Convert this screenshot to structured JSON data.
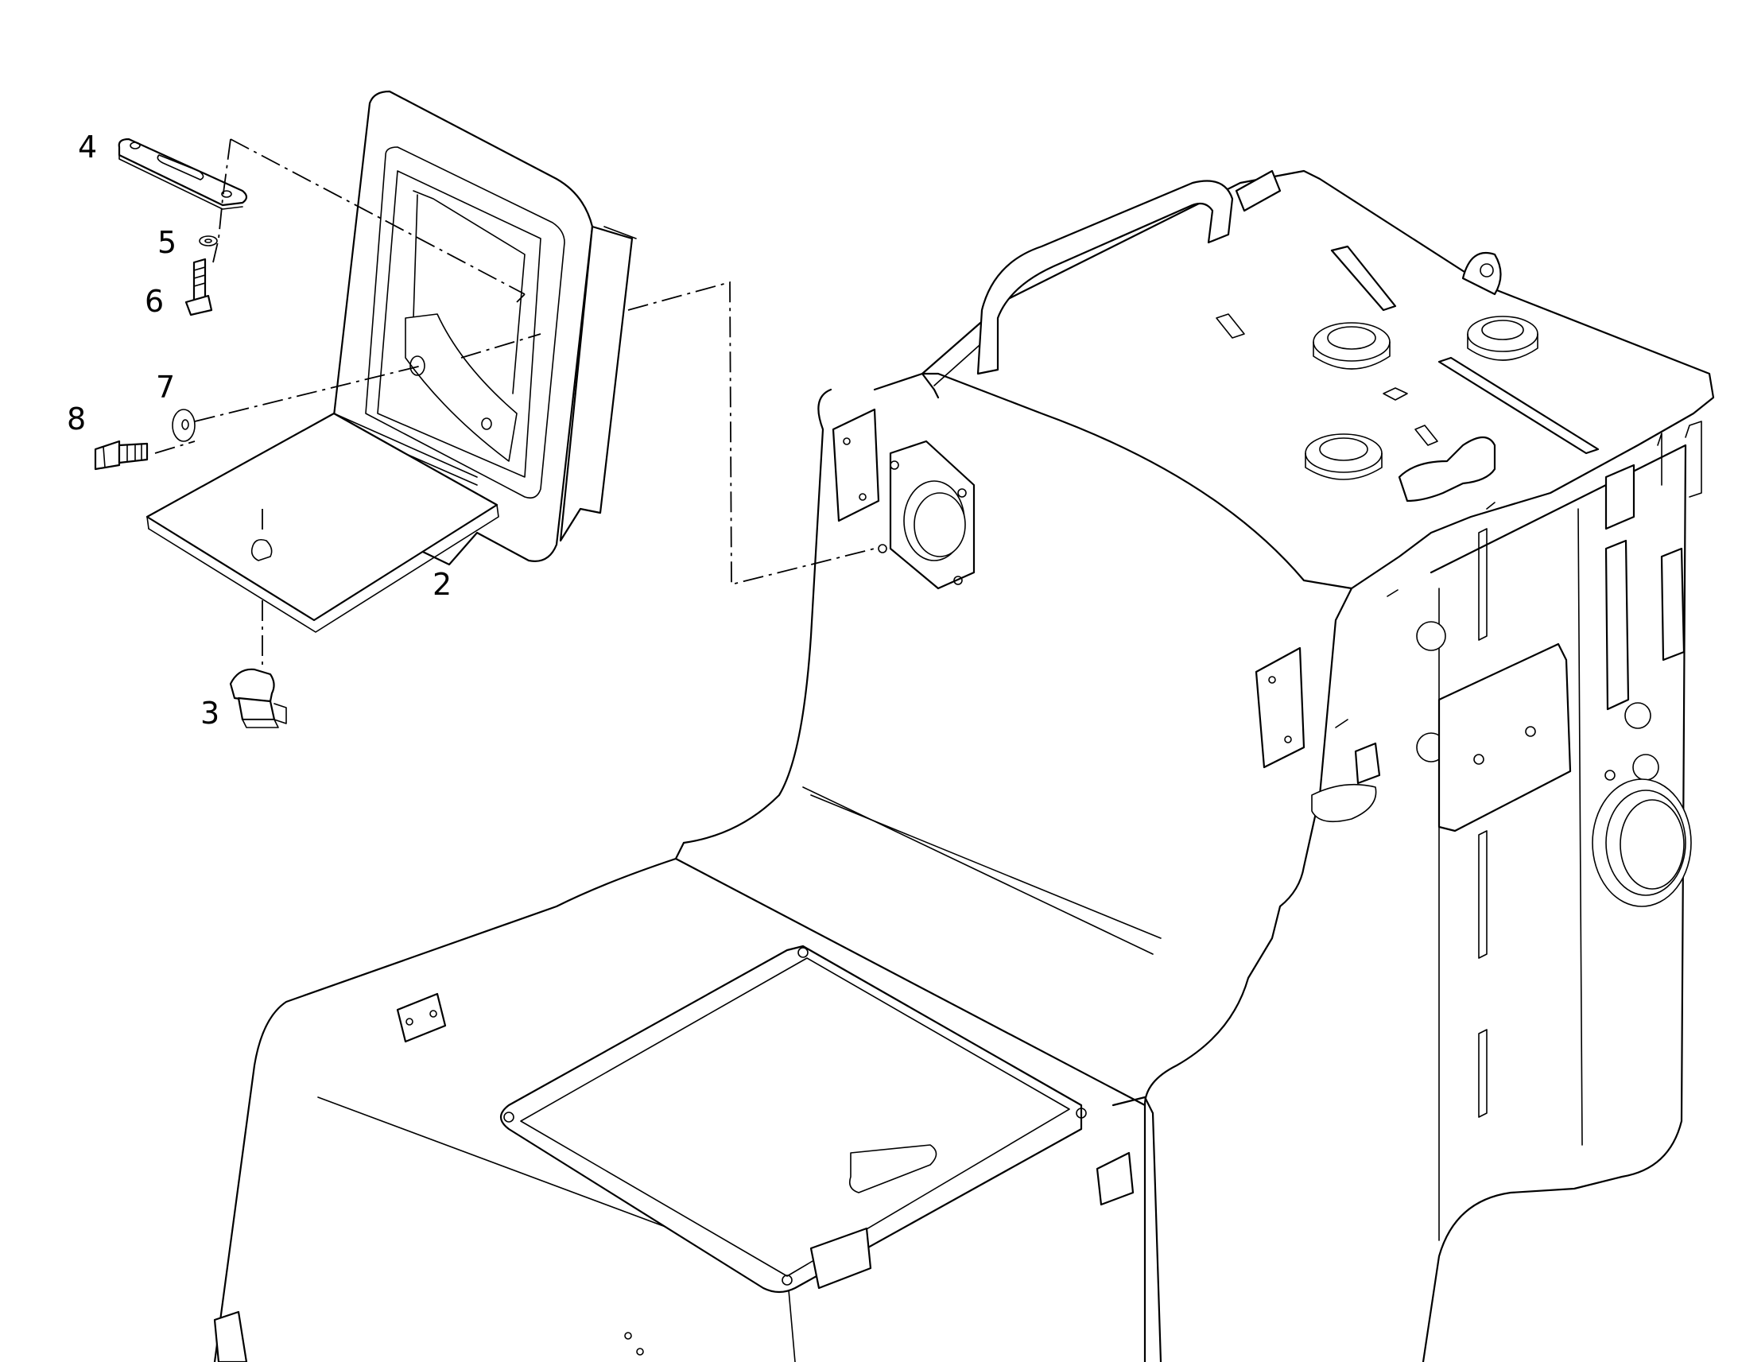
{
  "figure": {
    "callouts": [
      {
        "id": "2",
        "label": "2"
      },
      {
        "id": "3",
        "label": "3"
      },
      {
        "id": "4",
        "label": "4"
      },
      {
        "id": "5",
        "label": "5"
      },
      {
        "id": "6",
        "label": "6"
      },
      {
        "id": "7",
        "label": "7"
      },
      {
        "id": "8",
        "label": "8"
      }
    ]
  }
}
